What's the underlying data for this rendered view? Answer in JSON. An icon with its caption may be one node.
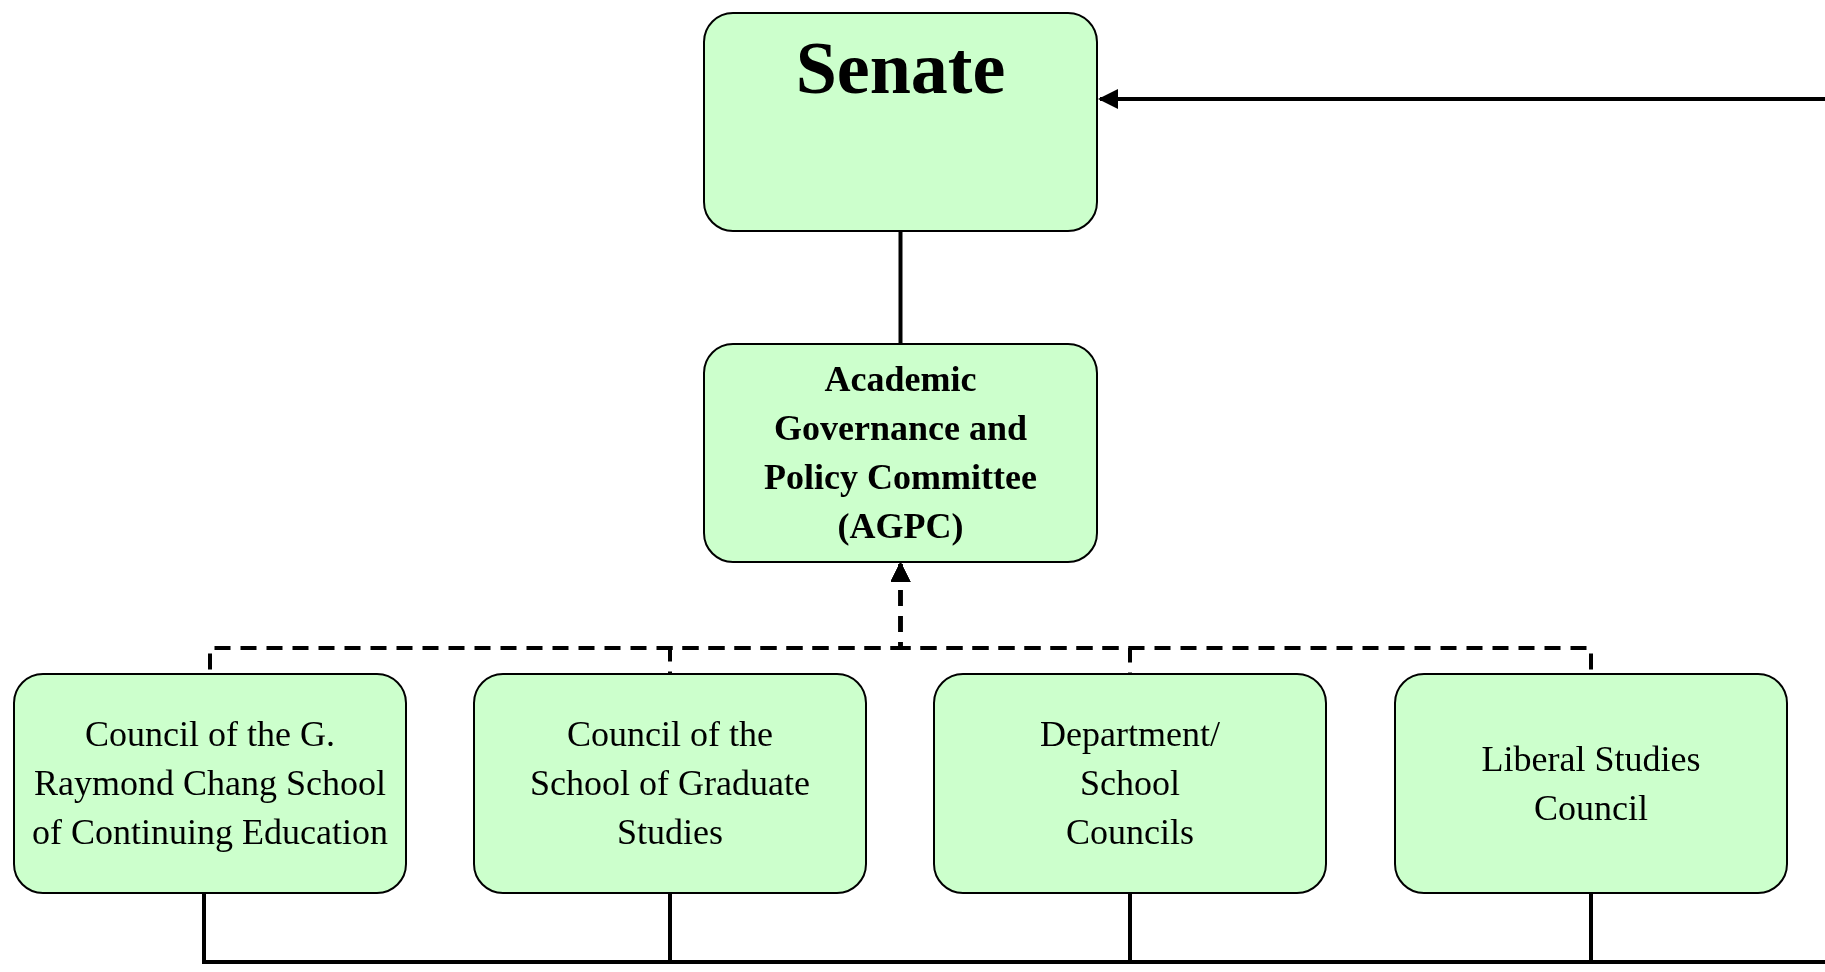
{
  "diagram": {
    "nodes": [
      {
        "text": [
          "Senate"
        ]
      },
      {
        "text": [
          "Academic Governance and Policy Committee (AGPC)"
        ]
      },
      {
        "text": [
          "Council of the G. Raymond Chang School of Continuing Education"
        ]
      },
      {
        "text": [
          "Council of the School of Graduate Studies"
        ]
      },
      {
        "text": [
          "Department/ School Councils"
        ]
      },
      {
        "text": [
          "Liberal Studies Council"
        ]
      }
    ],
    "edges": [
      {
        "from": 1,
        "to": 0,
        "arrow": "none"
      },
      {
        "from": 2,
        "to": 1,
        "arrow": "to",
        "style": "dashed"
      },
      {
        "from": 3,
        "to": 1,
        "arrow": "to",
        "style": "dashed"
      },
      {
        "from": 4,
        "to": 1,
        "arrow": "to",
        "style": "dashed"
      },
      {
        "from": 5,
        "to": 1,
        "arrow": "to",
        "style": "dashed"
      },
      {
        "from": 2,
        "to": null,
        "arrow": "none"
      },
      {
        "from": 3,
        "to": null,
        "arrow": "none"
      },
      {
        "from": 4,
        "to": null,
        "arrow": "none"
      },
      {
        "from": 5,
        "to": null,
        "arrow": "none"
      },
      {
        "from": null,
        "to": 0,
        "arrow": "to"
      }
    ]
  }
}
